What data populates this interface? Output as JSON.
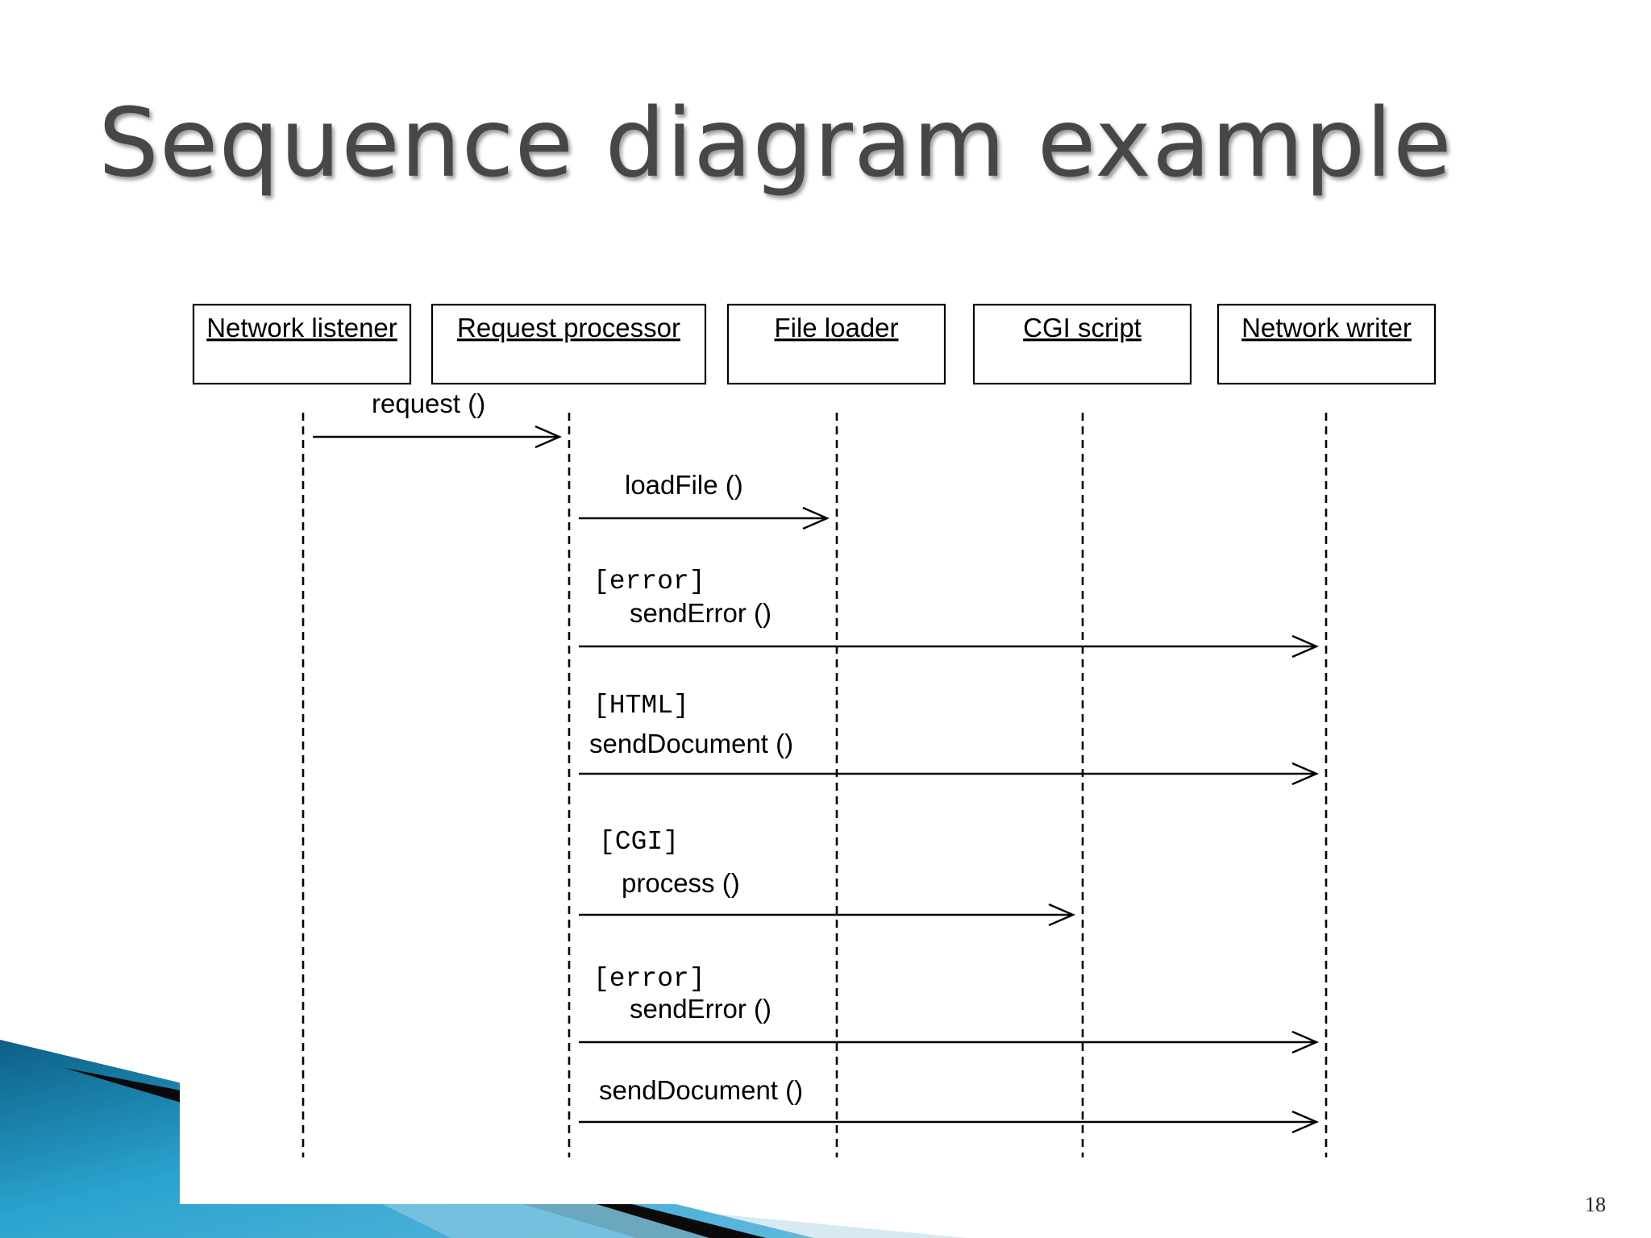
{
  "title": "Sequence diagram example",
  "page_number": "18",
  "participants": [
    {
      "id": "network-listener",
      "label": "Network listener"
    },
    {
      "id": "request-processor",
      "label": "Request processor"
    },
    {
      "id": "file-loader",
      "label": "File loader"
    },
    {
      "id": "cgi-script",
      "label": "CGI script"
    },
    {
      "id": "network-writer",
      "label": "Network writer"
    }
  ],
  "messages": [
    {
      "from": "network-listener",
      "to": "request-processor",
      "guard": "",
      "label": "request ()"
    },
    {
      "from": "request-processor",
      "to": "file-loader",
      "guard": "",
      "label": "loadFile ()"
    },
    {
      "from": "request-processor",
      "to": "network-writer",
      "guard": "[error]",
      "label": "sendError ()"
    },
    {
      "from": "request-processor",
      "to": "network-writer",
      "guard": "[HTML]",
      "label": "sendDocument ()"
    },
    {
      "from": "request-processor",
      "to": "cgi-script",
      "guard": "[CGI]",
      "label": "process ()"
    },
    {
      "from": "request-processor",
      "to": "network-writer",
      "guard": "[error]",
      "label": "sendError ()"
    },
    {
      "from": "request-processor",
      "to": "network-writer",
      "guard": "",
      "label": "sendDocument ()"
    }
  ],
  "colors": {
    "title": "#474747",
    "decoration_dark": "#0a0a0a",
    "decoration_blue": "#1b7fa6",
    "decoration_light": "#7cc3df",
    "decoration_pale": "#d7eaf2"
  }
}
